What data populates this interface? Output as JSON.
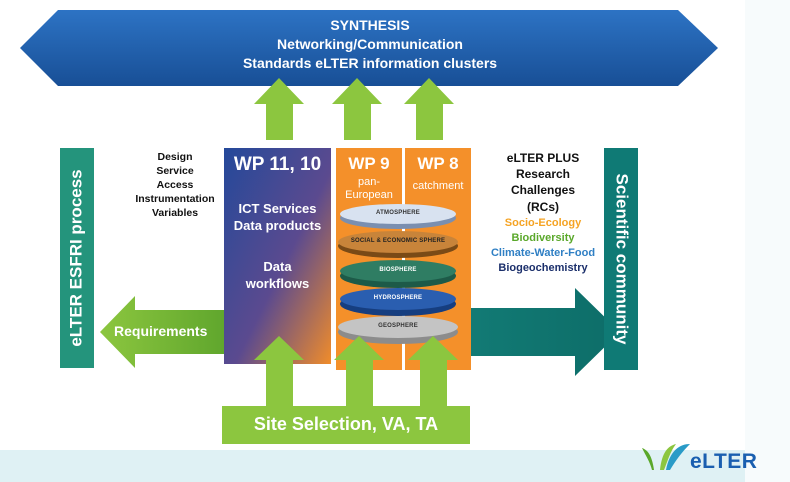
{
  "synthesis": {
    "line1": "SYNTHESIS",
    "line2": "Networking/Communication",
    "line3": "Standards eLTER information clusters"
  },
  "left_bar": {
    "label": "eLTER ESFRI process"
  },
  "right_bar": {
    "label": "Scientific community"
  },
  "left_list": [
    "Design",
    "Service",
    "Access",
    "Instrumentation",
    "Variables"
  ],
  "wp_11_10": {
    "title": "WP 11, 10",
    "line1": "ICT Services",
    "line2": "Data products",
    "line3": "Data",
    "line4": "workflows"
  },
  "wp_9": {
    "title": "WP 9",
    "sub1": "pan-",
    "sub2": "European"
  },
  "wp_8": {
    "title": "WP 8",
    "sub1": "catchment"
  },
  "spheres": [
    "ATMOSPHERE",
    "SOCIAL & ECONOMIC SPHERE",
    "BIOSPHERE",
    "HYDROSPHERE",
    "GEOSPHERE"
  ],
  "research": {
    "line1": "eLTER PLUS",
    "line2": "Research",
    "line3": "Challenges",
    "line4": "(RCs)",
    "items": [
      {
        "label": "Socio-Ecology",
        "color": "#f5a323"
      },
      {
        "label": "Biodiversity",
        "color": "#5aa82a"
      },
      {
        "label": "Climate-Water-Food",
        "color": "#2f7fc4"
      },
      {
        "label": "Biogeochemistry",
        "color": "#1b2f6b"
      }
    ]
  },
  "requirements": "Requirements",
  "site_selection": "Site Selection, VA, TA",
  "logo": {
    "text": "eLTER"
  },
  "colors": {
    "synthesis": "#1f5fad",
    "green": "#8cc63f",
    "teal": "#0f7a75",
    "orange": "#f4902a",
    "wp11_top": "#2a4f99",
    "wp11_bottom": "#ef8c2b"
  }
}
